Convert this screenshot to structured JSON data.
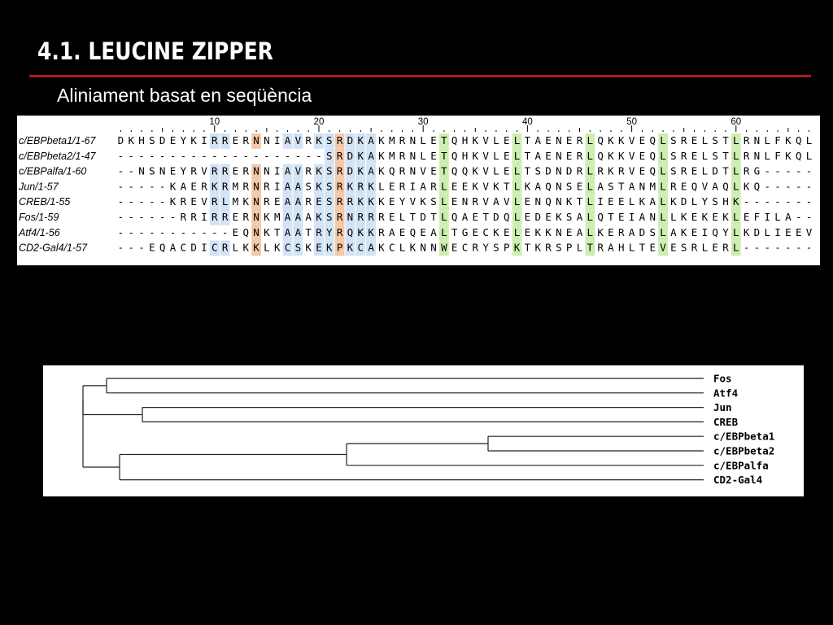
{
  "title": "4.1. LEUCINE ZIPPER",
  "subtitle": "Aliniament basat en seqüència",
  "alignment": {
    "ruler": [
      "10",
      "20",
      "30",
      "40",
      "50",
      "60"
    ],
    "sequences": [
      {
        "name": "c/EBPbeta1/1-67",
        "seq": "DKHSDEYKIRRERNNIAVRKSRDKAKMRNLETQHKVLELTAENERLQKKVEQLSRELSTLRNLFKQL"
      },
      {
        "name": "c/EBPbeta2/1-47",
        "seq": "--------------------SRDKAKMRNLETQHKVLELTAENERLQKKVEQLSRELSTLRNLFKQL"
      },
      {
        "name": "c/EBPalfa/1-60",
        "seq": "--NSNEYRVRRERNNIAVRKSRDKAKQRNVETQQKVLELTSDNDRLRKRVEQLSRELDTLRG-----"
      },
      {
        "name": "Jun/1-57",
        "seq": "-----KAERKRMRNRIAASKSRKRKLERIARLEEKVKTLKAQNSELASTANMLREQVAQLKQ-----"
      },
      {
        "name": "CREB/1-55",
        "seq": "-----KREVRLMKNREAARESRRKKKEYVKSLENRVAVLENQNKTLIEELKALKDLYSHK-------"
      },
      {
        "name": "Fos/1-59",
        "seq": "------RRIRRERNKMAAAKSRNRRRELTDTLQAETDQLEDEKSALQTEIANLLKEKEKLEFILA--"
      },
      {
        "name": "Atf4/1-56",
        "seq": "-----------EQNKTAATRYRQKKRAEQEALTGECKELEKKNEALKERADSLAKEIQYLKDLIEEV"
      },
      {
        "name": "CD2-Gal4/1-57",
        "seq": "---EQACDICRLKKLKCSKEKPKCAKCLKNNWECRYSPKTKRSPLTRAHLTEVESRLERL-------"
      }
    ],
    "highlight_colors": {
      "blue": "#d2e3f5",
      "orange": "#f5c8a8",
      "green": "#cdeeb0"
    },
    "blue_columns": [
      10,
      11,
      17,
      18,
      20,
      21,
      23,
      24,
      25
    ],
    "orange_columns": [
      14,
      22
    ],
    "green_columns": [
      32,
      39,
      46,
      53,
      60
    ]
  },
  "tree": {
    "leaves": [
      "Fos",
      "Atf4",
      "Jun",
      "CREB",
      "c/EBPbeta1",
      "c/EBPbeta2",
      "c/EBPalfa",
      "CD2-Gal4"
    ]
  }
}
